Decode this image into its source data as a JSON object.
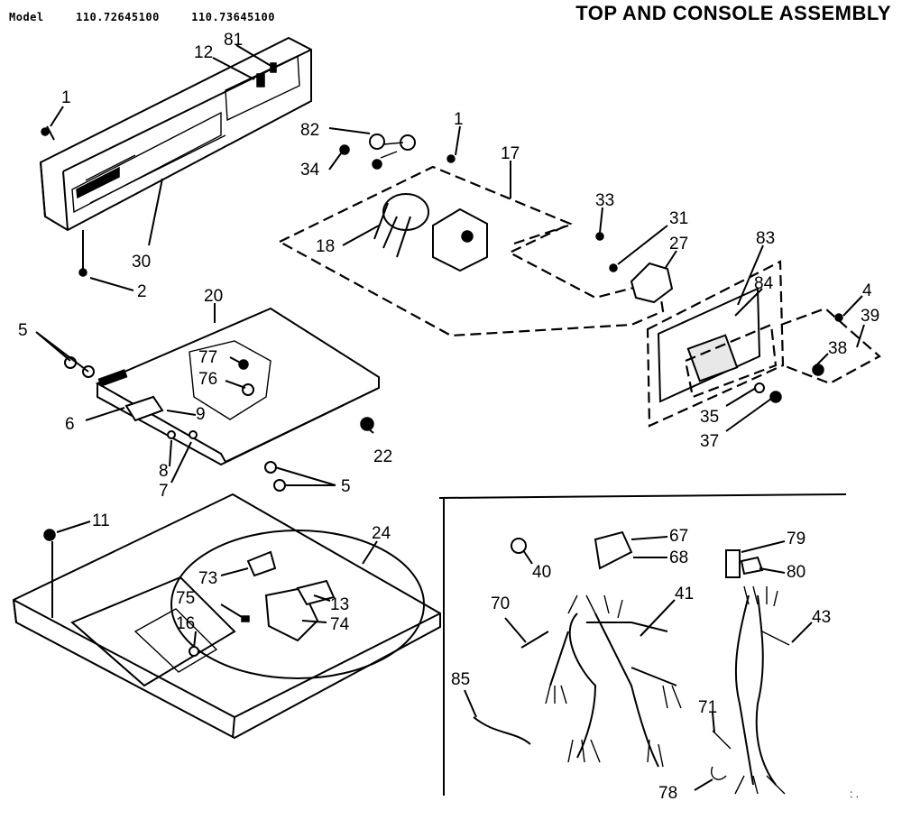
{
  "header": {
    "model_label": "Model",
    "model_numbers": [
      "110.72645100",
      "110.73645100"
    ],
    "title": "TOP AND CONSOLE ASSEMBLY"
  },
  "callouts": [
    "1",
    "12",
    "81",
    "30",
    "2",
    "82",
    "34",
    "1",
    "17",
    "18",
    "33",
    "31",
    "27",
    "83",
    "84",
    "4",
    "39",
    "38",
    "35",
    "37",
    "20",
    "5",
    "77",
    "76",
    "6",
    "9",
    "8",
    "7",
    "22",
    "5",
    "11",
    "24",
    "73",
    "75",
    "13",
    "16",
    "74",
    "40",
    "67",
    "68",
    "79",
    "80",
    "41",
    "70",
    "43",
    "85",
    "71",
    "78"
  ],
  "footer_mark": ": ."
}
